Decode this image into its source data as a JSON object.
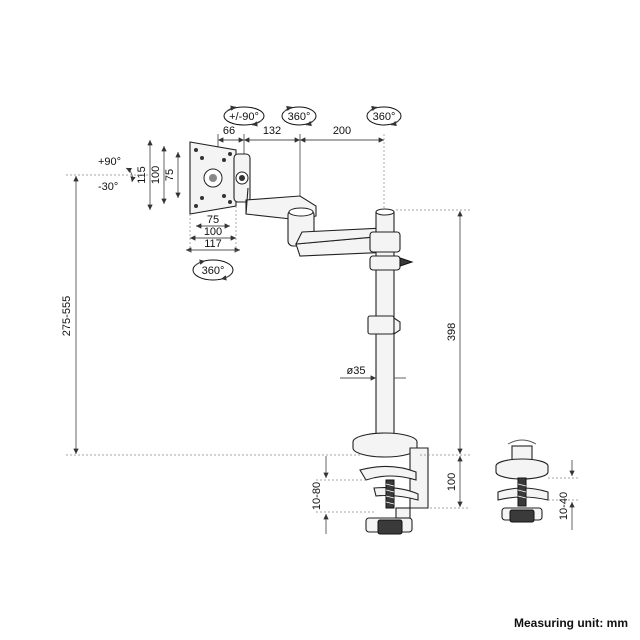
{
  "labels": {
    "rot_tilt": "+/-90°",
    "rot_360_a": "360°",
    "rot_360_b": "360°",
    "rot_360_c": "360°",
    "dim_66": "66",
    "dim_132": "132",
    "dim_200": "200",
    "tilt_up": "+90°",
    "tilt_down": "-30°",
    "vesa_115": "115",
    "vesa_100_v": "100",
    "vesa_75_v": "75",
    "vesa_75_h": "75",
    "vesa_100_h": "100",
    "vesa_117": "117",
    "height_range": "275-555",
    "pole_height": "398",
    "pole_diameter": "ø35",
    "clamp_range": "10-80",
    "clamp_height": "100",
    "grommet_range": "10-40"
  },
  "footer": {
    "unit": "Measuring unit: mm"
  }
}
